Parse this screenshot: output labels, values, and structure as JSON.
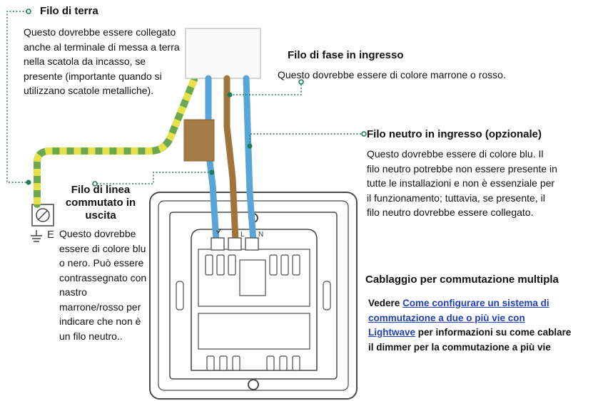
{
  "colors": {
    "live_wire": "#a0743a",
    "neutral_wire": "#59a5d8",
    "switched_wire": "#59a5d8",
    "earth_green": "#6aa84f",
    "earth_yellow": "#e6e04a",
    "callout": "#1f7a5a",
    "link": "#1f3fbf"
  },
  "earth": {
    "title": "Filo di terra",
    "body": "Questo dovrebbe essere collegato anche al terminale di messa a terra nella scatola da incasso, se presente (importante quando si utilizzano scatole metalliche).",
    "terminal_label": "E"
  },
  "live": {
    "title": "Filo di fase in ingresso",
    "body": "Questo dovrebbe essere di colore marrone o rosso."
  },
  "neutral": {
    "title": "Filo neutro in ingresso (opzionale)",
    "body": "Questo dovrebbe essere di colore blu. Il filo neutro potrebbe non essere presente in tutte le installazioni e non è essenziale per il funzionamento; tuttavia, se presente, il filo neutro dovrebbe essere collegato."
  },
  "switched": {
    "title": "Filo di linea commutato in uscita",
    "body": "Questo dovrebbe essere di colore blu o nero. Può essere contrassegnato con nastro marrone/rosso per indicare che non è un filo neutro.."
  },
  "multiway": {
    "title": "Cablaggio per commutazione multipla",
    "prefix": "Vedere",
    "link_text": "Come configurare un sistema di commutazione a due o più vie con Lightwave",
    "suffix": "per informazioni su come cablare il dimmer per la commutazione a più vie"
  },
  "terminal_labels": [
    "L",
    "N"
  ]
}
